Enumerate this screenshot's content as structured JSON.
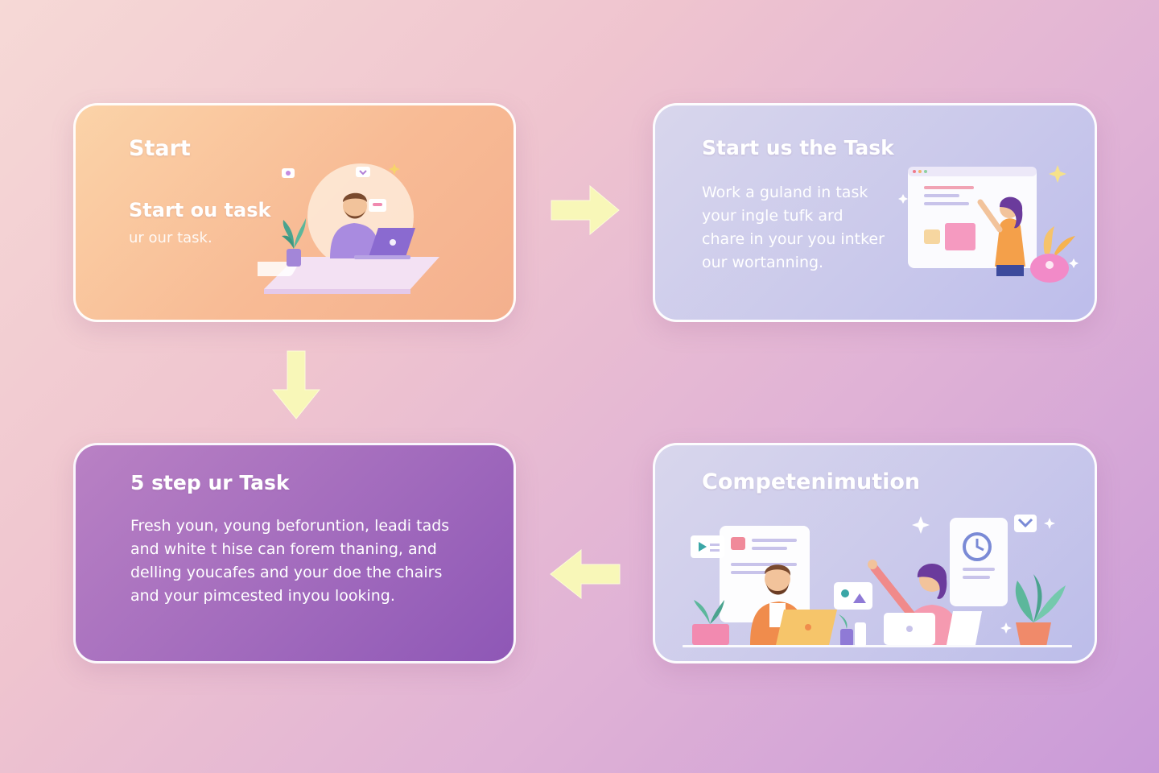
{
  "steps": [
    {
      "title": "Start",
      "heading": "Start ou task",
      "subtext": "ur our task."
    },
    {
      "title": "Start us the Task",
      "lines": [
        "Work a guland in task",
        "your ingle tufk ard",
        "chare in your you intker",
        "our wortanning."
      ]
    },
    {
      "title": "5 step ur Task",
      "lines": [
        "Fresh youn, young beforuntion, leadi tads",
        "and white t hise can forem thaning, and",
        "delling youcafes and your doe the chairs",
        "and your pimcested inyou looking."
      ]
    },
    {
      "title": "Competenimution"
    }
  ],
  "arrows": [
    {
      "name": "right",
      "direction": "right"
    },
    {
      "name": "down",
      "direction": "down"
    },
    {
      "name": "left",
      "direction": "left"
    }
  ],
  "colors": {
    "arrow": "#f8f7b8",
    "card_border": "#ffffff",
    "card1": "#f8bb95",
    "card2": "#c9c8eb",
    "card3": "#a26bbd",
    "card4": "#c9c8eb"
  }
}
